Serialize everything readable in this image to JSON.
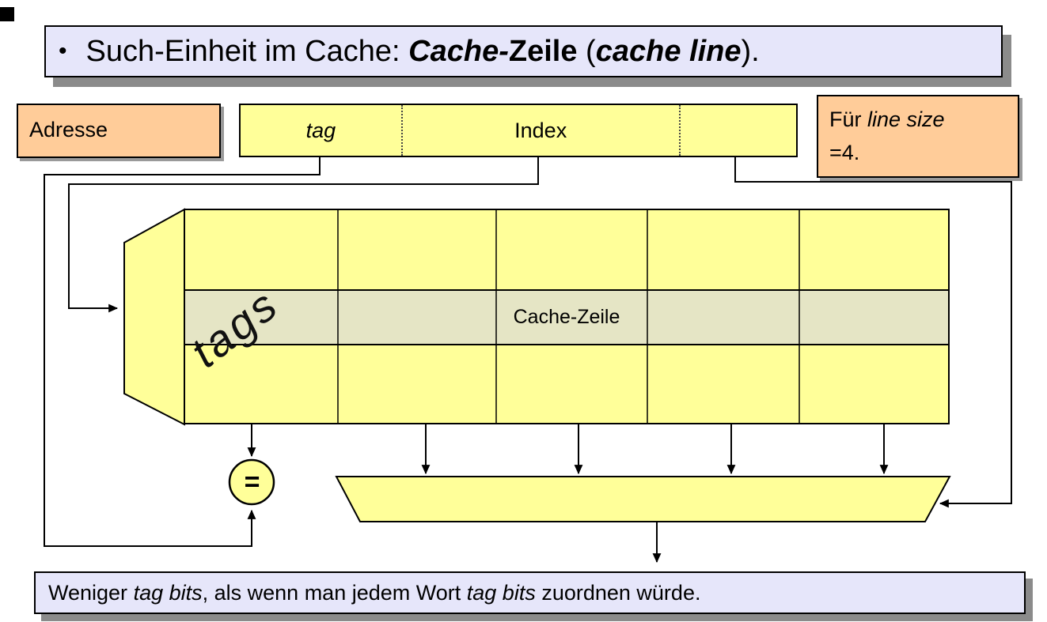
{
  "title": {
    "bullet": "•",
    "runs": [
      {
        "t": "Such-Einheit im Cache: "
      },
      {
        "t": "Cache-"
      },
      {
        "t": "Zeile"
      },
      {
        "t": " ("
      },
      {
        "t": "cache line"
      },
      {
        "t": ")."
      }
    ]
  },
  "address": {
    "label": "Adresse",
    "fields": [
      {
        "label": "tag"
      },
      {
        "label": "Index"
      },
      {
        "label": ""
      }
    ]
  },
  "note": {
    "runs": [
      {
        "t": "Für "
      },
      {
        "t": "line size"
      }
    ],
    "line2": "=4."
  },
  "cache": {
    "tags_label": "tags",
    "row_label": "Cache-Zeile",
    "comparator_label": "="
  },
  "footer": {
    "runs": [
      {
        "t": "Weniger "
      },
      {
        "t": "tag bits"
      },
      {
        "t": ", als wenn man jedem Wort "
      },
      {
        "t": "tag bits"
      },
      {
        "t": " zuordnen würde."
      }
    ]
  },
  "colors": {
    "cell_yellow": "#ffff99",
    "highlight_row": "#e5e5c5",
    "peach": "#ffcc99",
    "lavender": "#e6e6fa",
    "shadow_gray": "#8b8b8b",
    "line_black": "#000000"
  }
}
